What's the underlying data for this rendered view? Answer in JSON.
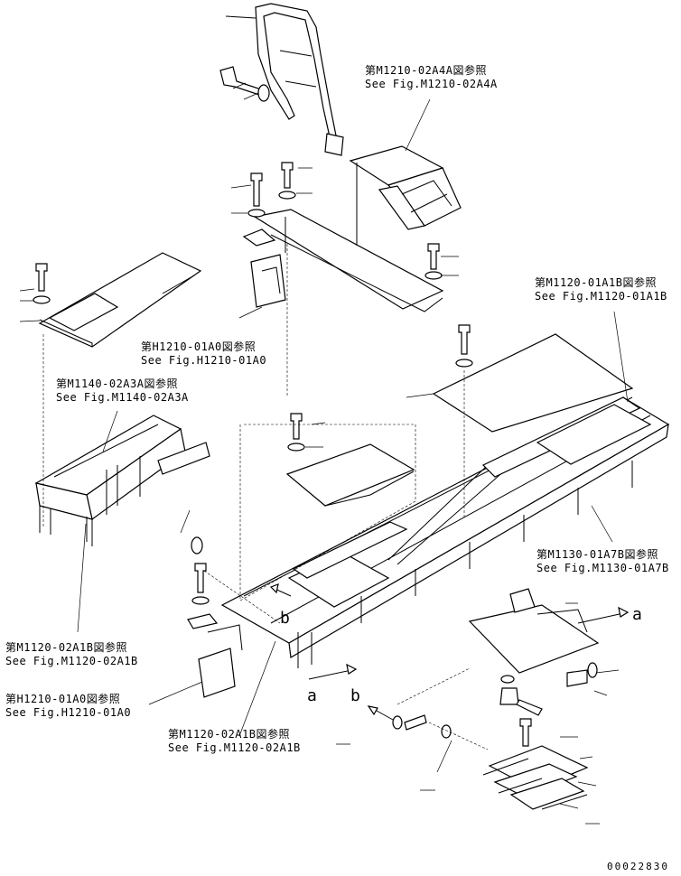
{
  "references": [
    {
      "id": "ref_m1210_02a4a",
      "jp": "第M1210-02A4A図参照",
      "en": "See Fig.M1210-02A4A"
    },
    {
      "id": "ref_m1120_01a1b",
      "jp": "第M1120-01A1B図参照",
      "en": "See Fig.M1120-01A1B"
    },
    {
      "id": "ref_h1210_01a0_top",
      "jp": "第H1210-01A0図参照",
      "en": "See Fig.H1210-01A0"
    },
    {
      "id": "ref_m1140_02a3a",
      "jp": "第M1140-02A3A図参照",
      "en": "See Fig.M1140-02A3A"
    },
    {
      "id": "ref_m1130_01a7b",
      "jp": "第M1130-01A7B図参照",
      "en": "See Fig.M1130-01A7B"
    },
    {
      "id": "ref_m1120_02a1b_left",
      "jp": "第M1120-02A1B図参照",
      "en": "See Fig.M1120-02A1B"
    },
    {
      "id": "ref_h1210_01a0_bottom",
      "jp": "第H1210-01A0図参照",
      "en": "See Fig.H1210-01A0"
    },
    {
      "id": "ref_m1120_02a1b_bottom",
      "jp": "第M1120-02A1B図参照",
      "en": "See Fig.M1120-02A1B"
    }
  ],
  "view_marks": {
    "a": "a",
    "b": "b"
  },
  "drawing_number": "00022830"
}
